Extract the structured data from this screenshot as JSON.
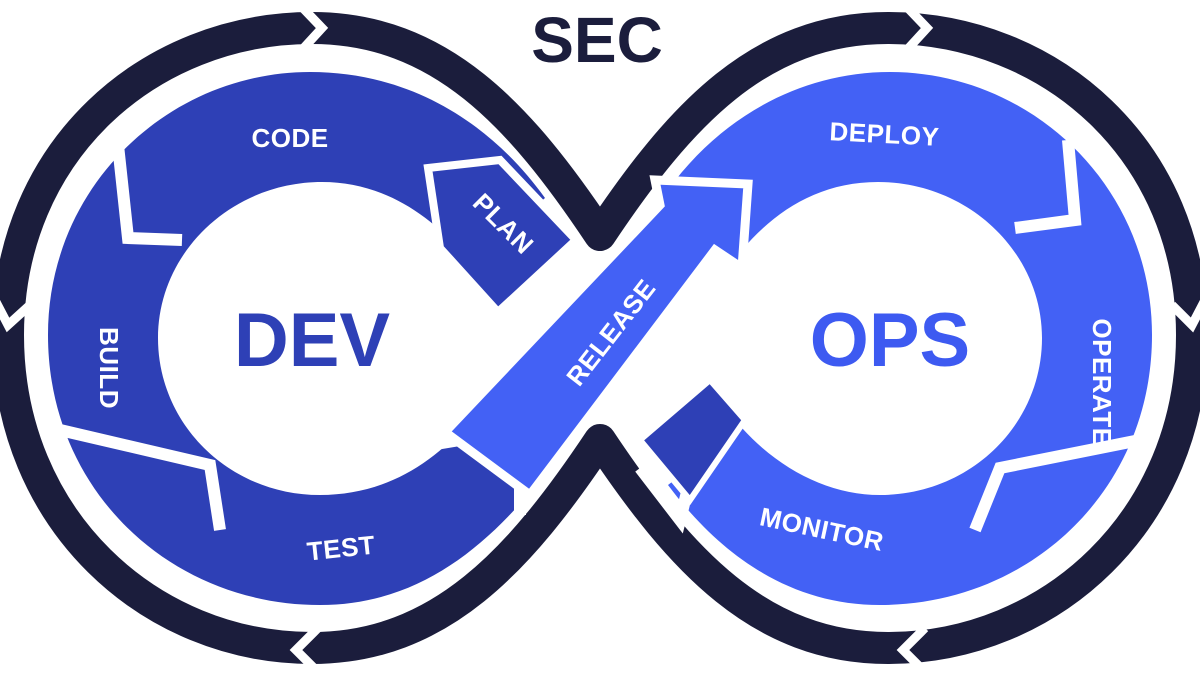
{
  "title": "SEC",
  "hubs": {
    "dev": "DEV",
    "ops": "OPS"
  },
  "stages": {
    "code": "CODE",
    "plan": "PLAN",
    "build": "BUILD",
    "test": "TEST",
    "release": "RELEASE",
    "deploy": "DEPLOY",
    "operate": "OPERATE",
    "monitor": "MONITOR"
  },
  "colors": {
    "ring": "#1b1d3c",
    "dev_fill": "#2e40b6",
    "ops_fill": "#4361f5",
    "hub_text_dev": "#2e40b6",
    "hub_text_ops": "#3d5af1",
    "stage_text": "#ffffff",
    "background": "#ffffff"
  }
}
